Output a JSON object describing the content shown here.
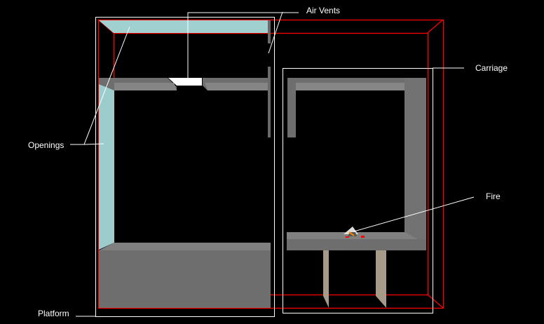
{
  "labels": {
    "air_vents": "Air Vents",
    "carriage": "Carriage",
    "openings": "Openings",
    "fire": "Fire",
    "platform": "Platform"
  },
  "colors": {
    "background": "#000000",
    "domain_outline": "#ff0000",
    "bounding_box": "#ffffff",
    "obstruction": "#7a7a7a",
    "opening": "#a0d0d0",
    "legs": "#a89a88"
  }
}
